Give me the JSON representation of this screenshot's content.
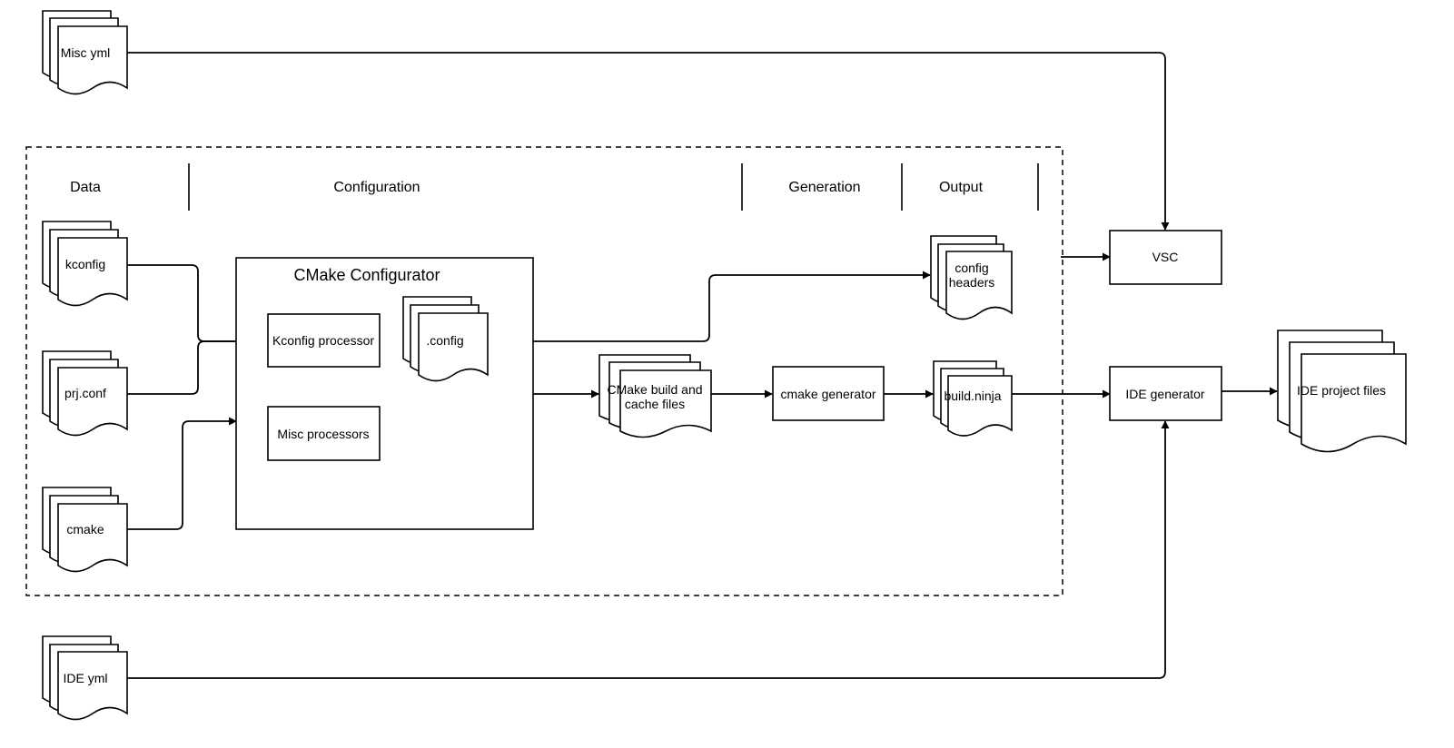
{
  "sections": {
    "data": "Data",
    "configuration": "Configuration",
    "generation": "Generation",
    "output": "Output"
  },
  "inputs": {
    "misc_yml": "Misc yml",
    "kconfig": "kconfig",
    "prj_conf": "prj.conf",
    "cmake": "cmake",
    "ide_yml": "IDE yml"
  },
  "configurator": {
    "title": "CMake Configurator",
    "kconfig_processor": "Kconfig processor",
    "dot_config": ".config",
    "misc_processors": "Misc processors"
  },
  "artifacts": {
    "cmake_build_line1": "CMake build and",
    "cmake_build_line2": "cache files",
    "config_headers_line1": "config",
    "config_headers_line2": "headers",
    "build_ninja": "build.ninja",
    "ide_project_files": "IDE project files"
  },
  "processes": {
    "cmake_generator": "cmake generator",
    "vsc": "VSC",
    "ide_generator": "IDE generator"
  }
}
